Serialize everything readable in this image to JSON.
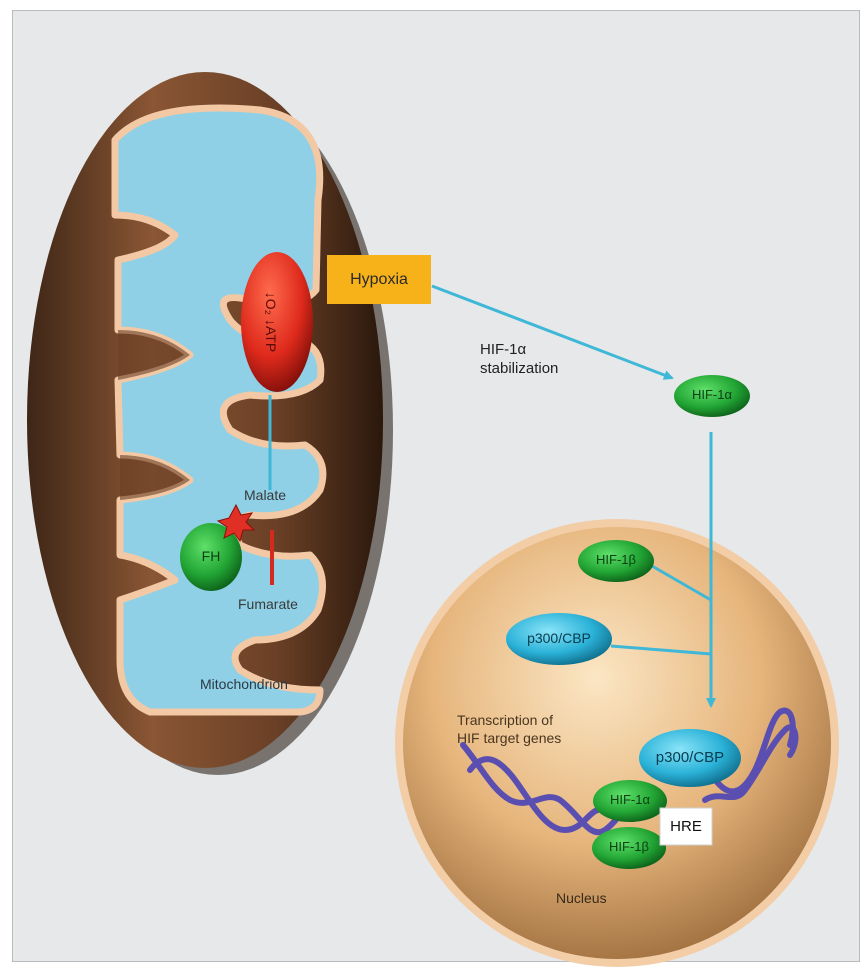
{
  "labels": {
    "hypoxia": "Hypoxia",
    "hif_stab_line1": "HIF-1α",
    "hif_stab_line2": "stabilization",
    "hif1a_cyto": "HIF-1α",
    "hif1b_nuc": "HIF-1β",
    "p300_nuc": "p300/CBP",
    "p300_dna": "p300/CBP",
    "hif1a_dna": "HIF-1α",
    "hif1b_dna": "HIF-1β",
    "hre": "HRE",
    "transcription_line1": "Transcription of",
    "transcription_line2": "HIF target genes",
    "nucleus": "Nucleus",
    "fh": "FH",
    "malate": "Malate",
    "fumarate": "Fumarate",
    "mitochondrion": "Mitochondrion",
    "oxphos": "↓O₂ ↓ATP"
  },
  "colors": {
    "background": "#e6e8ea",
    "hypoxia_box": "#f7b21a",
    "arrow": "#3fb7d6",
    "hif_green": "#2bb03c",
    "p300_cyan": "#2fb6d9",
    "oxphos_red": "#e02a1e",
    "membrane_brown": "#7a4a2c",
    "matrix_blue": "#8fd0e6",
    "nucleus_tan": "#e4b57a",
    "dna_purple": "#5a4fb0"
  }
}
